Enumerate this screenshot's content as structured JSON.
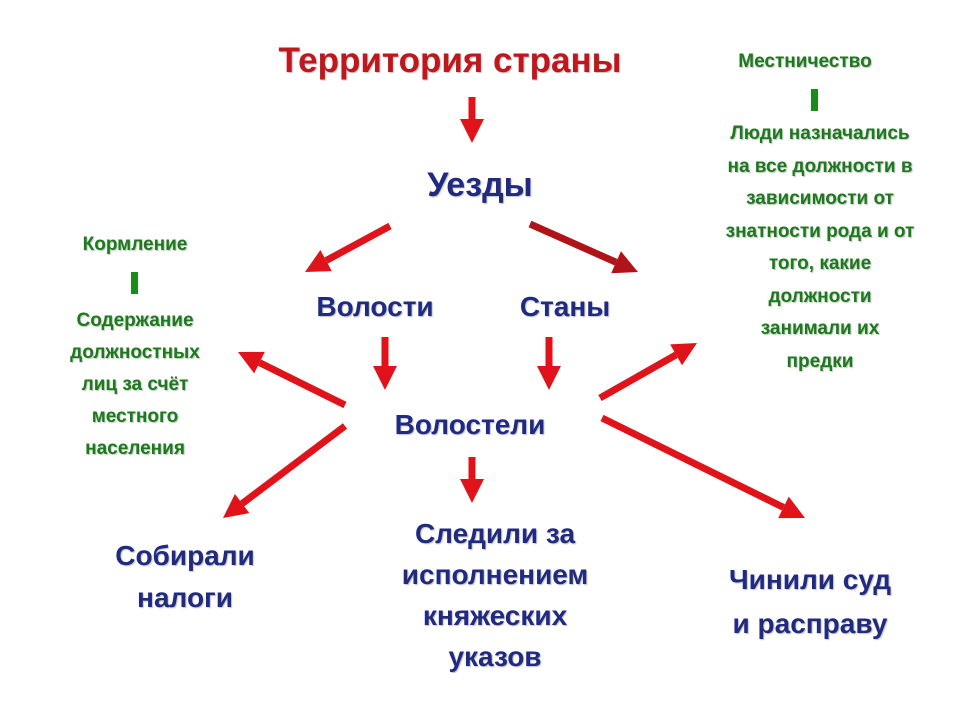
{
  "colors": {
    "title": "#c0161c",
    "main_text": "#1f2a80",
    "side_text": "#1b7a1b",
    "arrow": "#e0131a",
    "arrow_dark": "#b01418",
    "bar": "#1b8a1b"
  },
  "nodes": {
    "title": "Территория страны",
    "uezdy": "Уезды",
    "volosti": "Волости",
    "stany": "Станы",
    "volosteli": "Волостели",
    "sobirali": "Собирали\nналоги",
    "sledili": "Следили за\nисполнением\nкняжеских\nуказов",
    "chinili": "Чинили  суд\nи расправу"
  },
  "side_notes": {
    "kormlenie_term": "Кормление",
    "kormlenie_def": "Содержание\nдолжностных\nлиц за счёт\nместного\nнаселения",
    "mestnichestvo_term": "Местничество",
    "mestnichestvo_def": "Люди назначались\nна все должности в\nзависимости от\nзнатности рода и от\nтого, какие\nдолжности\nзанимали их\nпредки"
  }
}
